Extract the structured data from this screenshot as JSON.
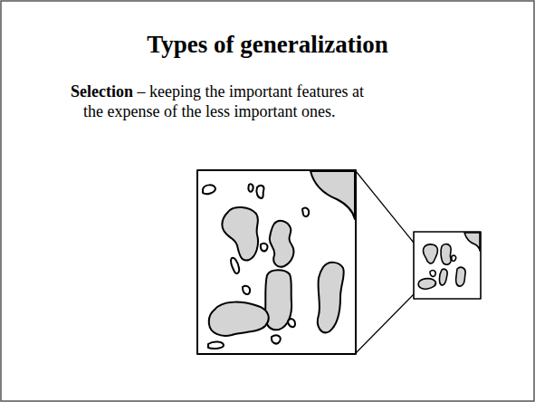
{
  "diagram": {
    "title": "Types of generalization",
    "labels": [
      "Selection",
      "– keeping the important features at the expense of the less important ones."
    ]
  }
}
